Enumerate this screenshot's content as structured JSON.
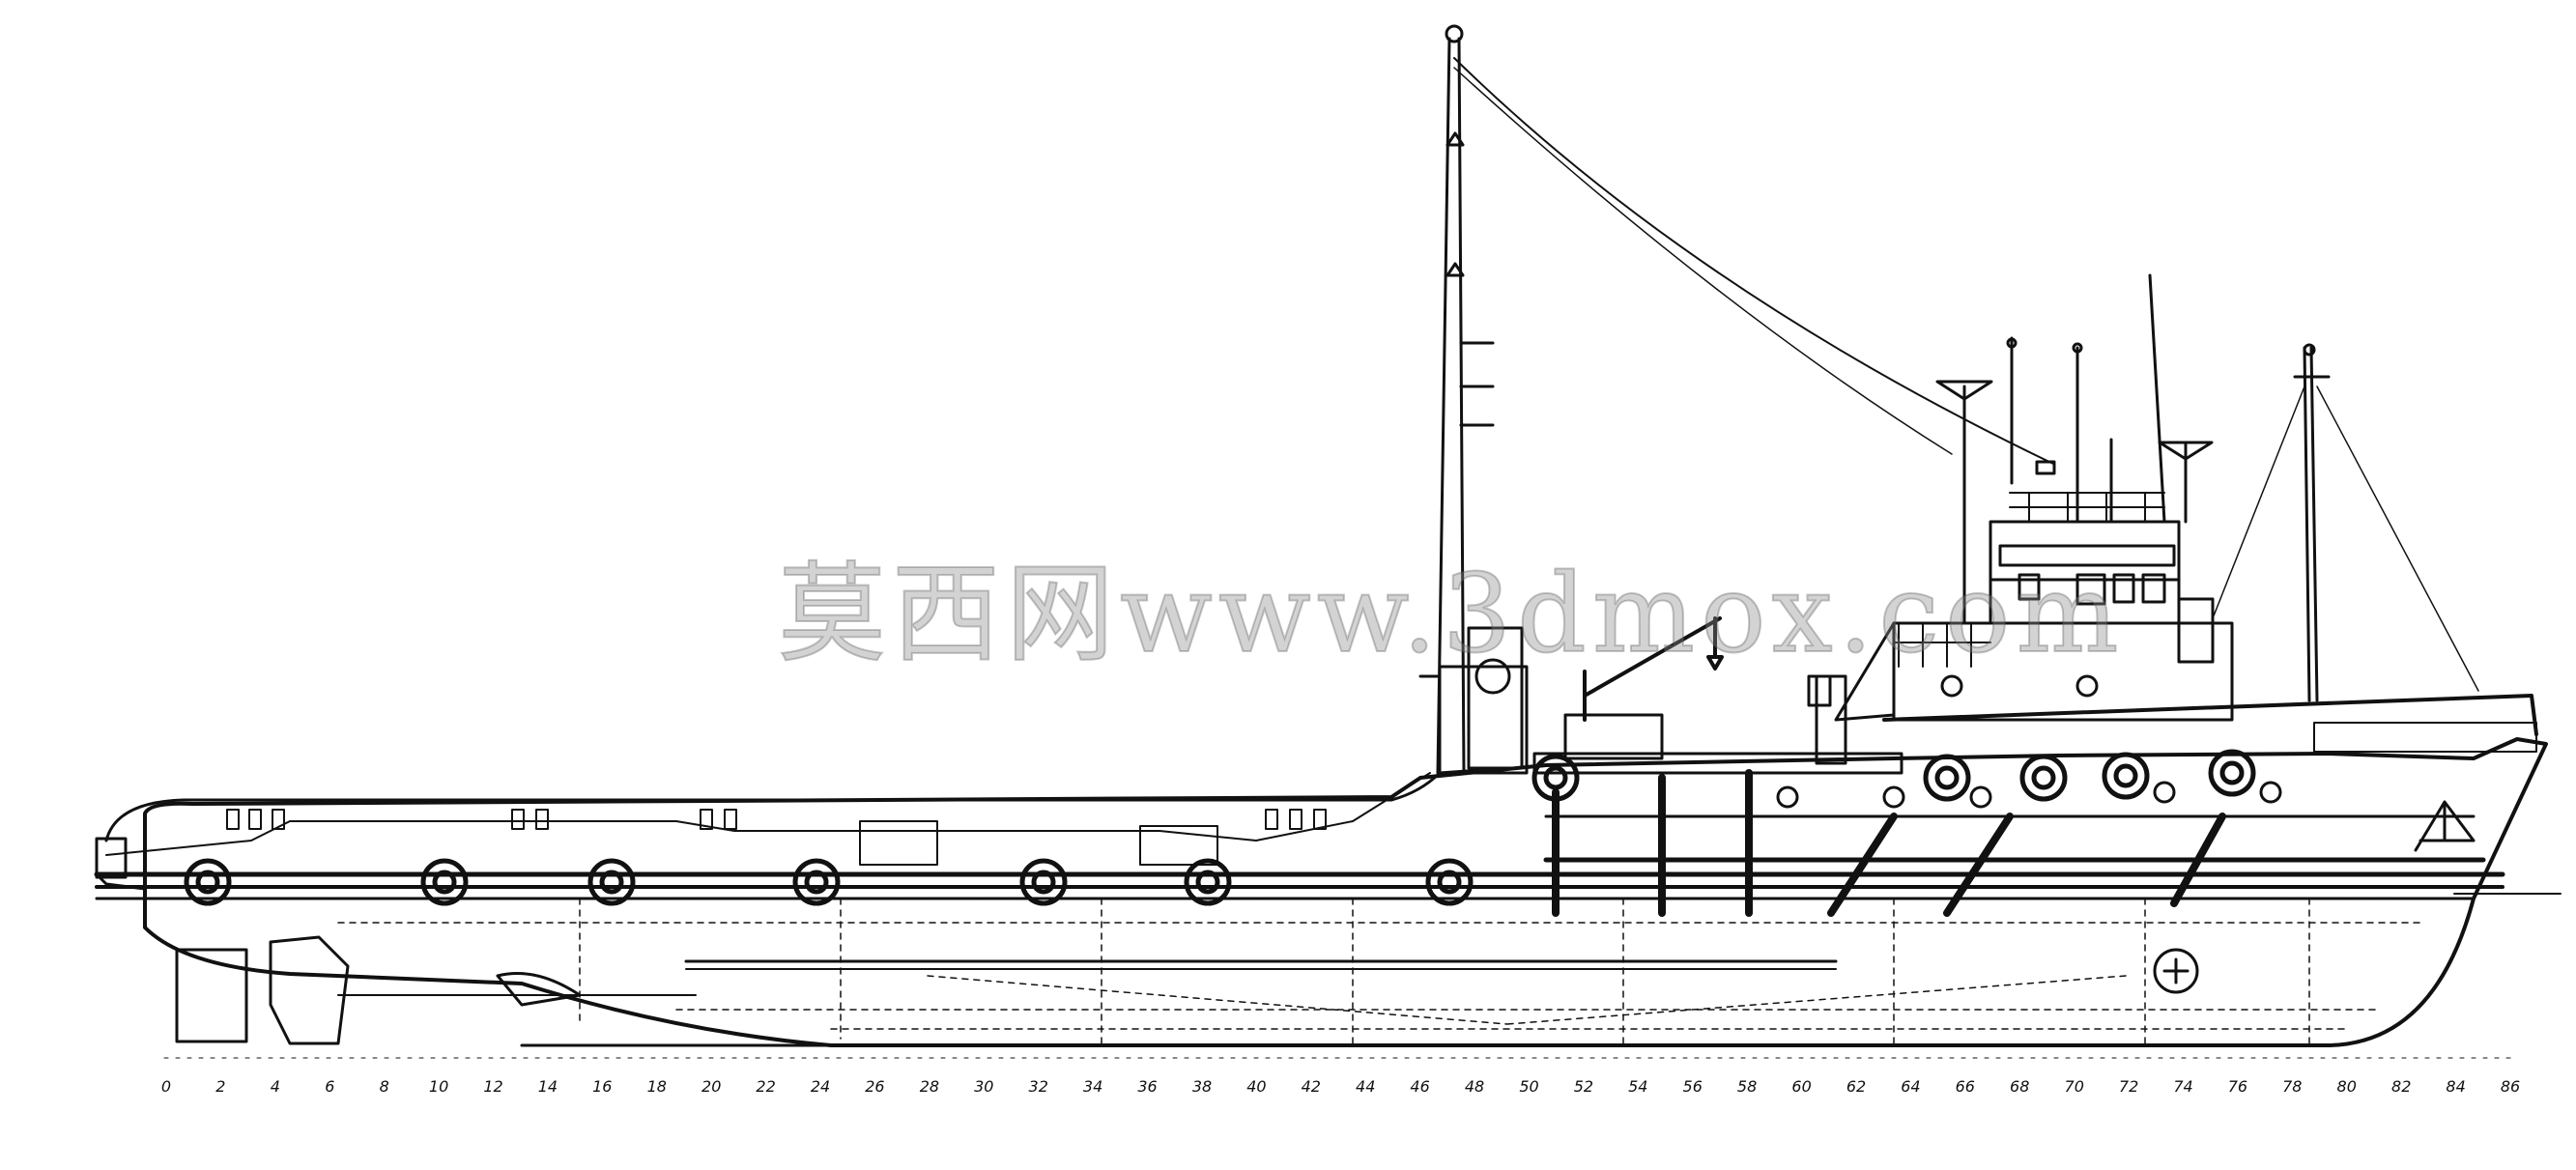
{
  "watermark": "莫西网www.3dmox.com",
  "frame_scale": {
    "labels": [
      "0",
      "2",
      "4",
      "6",
      "8",
      "10",
      "12",
      "14",
      "16",
      "18",
      "20",
      "22",
      "24",
      "26",
      "28",
      "30",
      "32",
      "34",
      "36",
      "38",
      "40",
      "42",
      "44",
      "46",
      "48",
      "50",
      "52",
      "54",
      "56",
      "58",
      "60",
      "62",
      "64",
      "66",
      "68",
      "70",
      "72",
      "74",
      "76",
      "78",
      "80",
      "82",
      "84",
      "86"
    ]
  },
  "colors": {
    "line": "#111111",
    "paper": "#ffffff",
    "watermark": "#8c8c8c"
  }
}
